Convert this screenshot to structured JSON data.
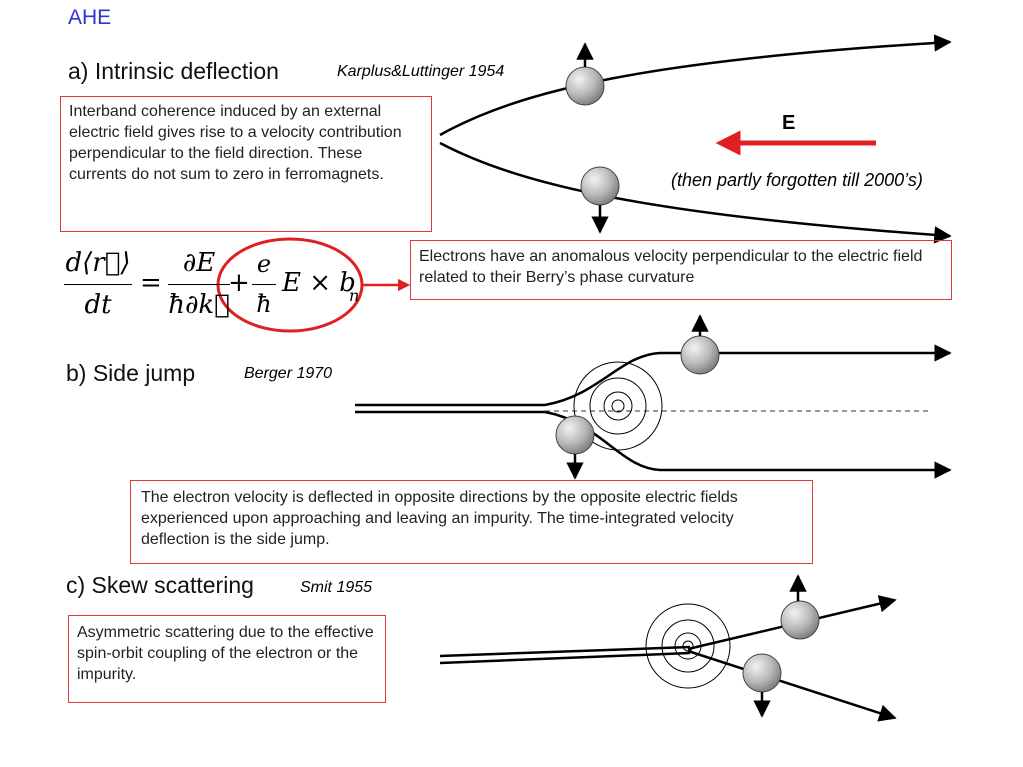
{
  "slide": {
    "title": "AHE"
  },
  "sections": [
    {
      "title": "a) Intrinsic deflection",
      "citation": "Karplus&Luttinger 1954",
      "description": "Interband coherence induced by an external electric field gives rise to a velocity contribution perpendicular to the field direction.  These currents do not sum to zero in ferromagnets.",
      "field_label": "E",
      "side_note": "(then partly forgotten till 2000’s)",
      "formula_lhs_num": "d⟨r⃗⟩",
      "formula_lhs_den": "dt",
      "formula_eq": "=",
      "formula_t1_num": "∂E",
      "formula_t1_den": "ħ∂k⃗",
      "formula_plus": "+",
      "formula_t2_num": "e",
      "formula_t2_den": "ħ",
      "formula_t2_tail": "E × b",
      "formula_sub": "n",
      "berry_note": "Electrons have an anomalous velocity perpendicular to the electric field related to their Berry’s phase curvature"
    },
    {
      "title": "b) Side jump",
      "citation": "Berger 1970",
      "description": "The electron velocity is deflected in opposite directions by the opposite electric fields experienced upon approaching and leaving an impurity. The time-integrated velocity deflection is the side jump."
    },
    {
      "title": "c) Skew scattering",
      "citation": "Smit 1955",
      "description": "Asymmetric scattering due to the effective spin-orbit coupling of the electron or the impurity."
    }
  ],
  "colors": {
    "title": "#3333cc",
    "accent_red": "#e03a3a",
    "ball": "#b0b0b0"
  }
}
